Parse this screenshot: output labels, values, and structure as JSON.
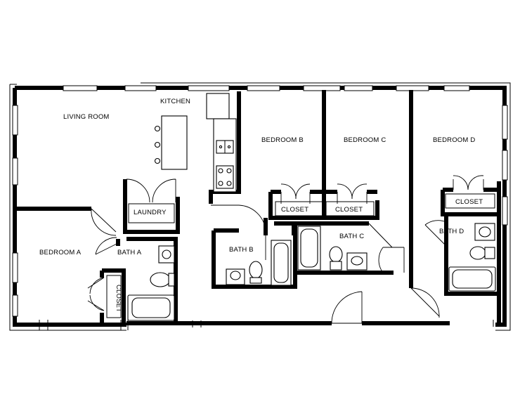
{
  "rooms": {
    "living_room": "LIVING ROOM",
    "kitchen": "KITCHEN",
    "laundry": "LAUNDRY",
    "bedroom_a": "BEDROOM A",
    "bath_a": "BATH A",
    "closet_a": "CLOSET",
    "bedroom_b": "BEDROOM B",
    "bath_b": "BATH B",
    "closet_b": "CLOSET",
    "bedroom_c": "BEDROOM C",
    "bath_c": "BATH C",
    "closet_c": "CLOSET",
    "bedroom_d": "BEDROOM D",
    "bath_d": "BATH D",
    "closet_d": "CLOSET"
  }
}
